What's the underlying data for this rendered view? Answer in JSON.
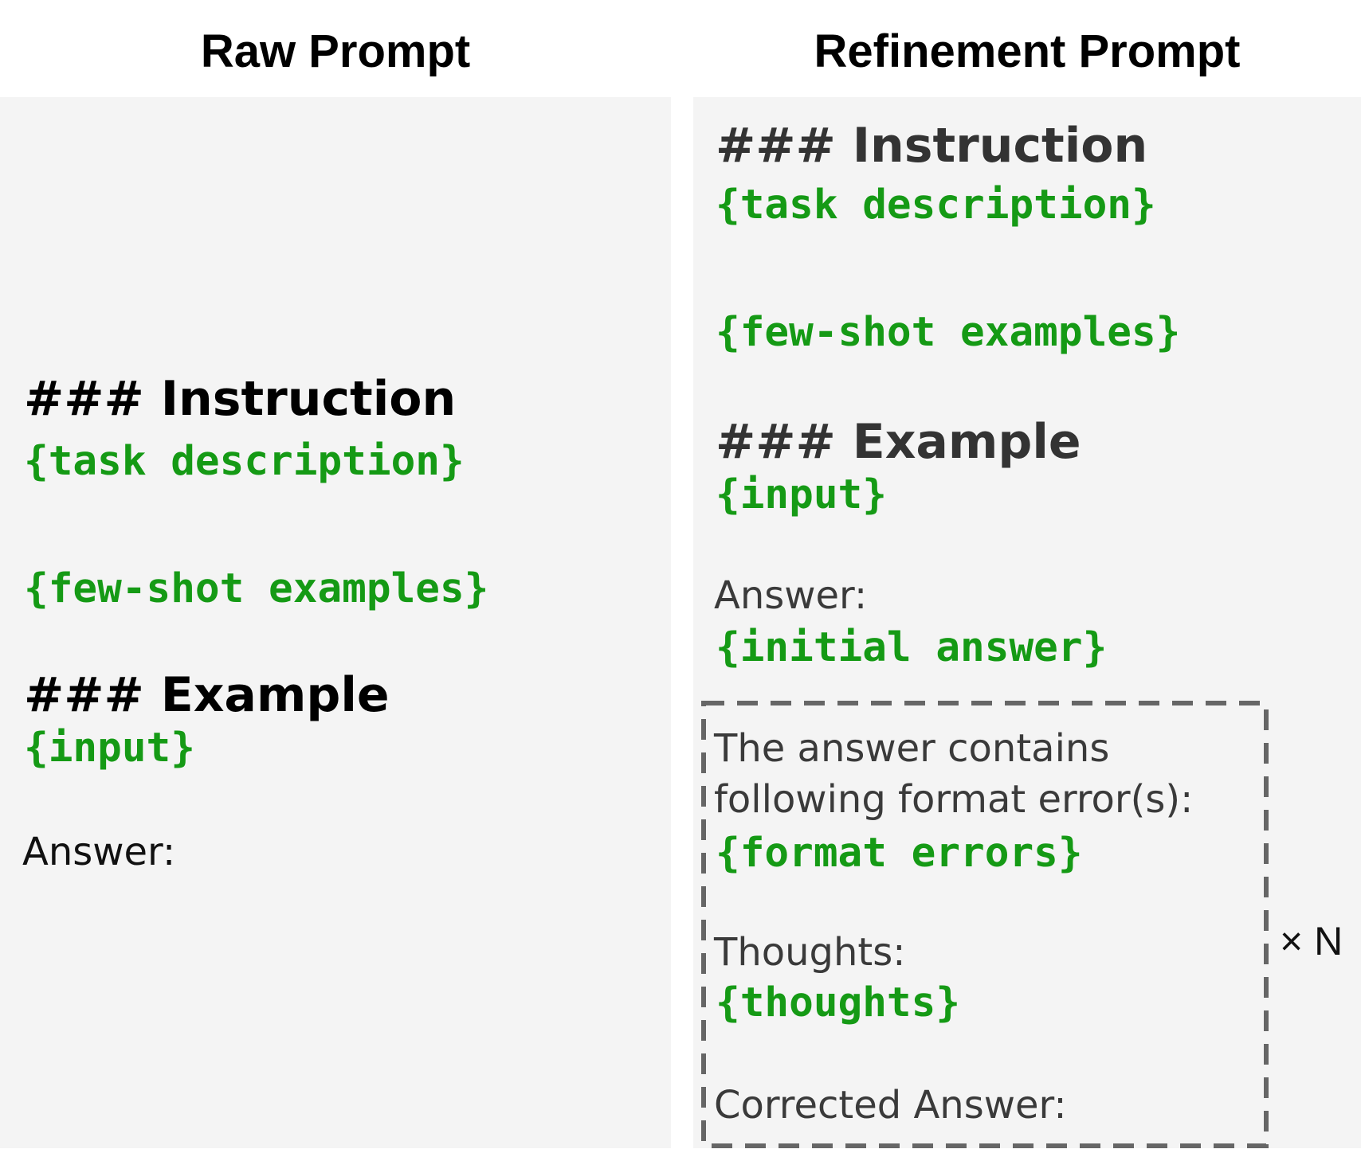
{
  "raw_prompt": {
    "title": "Raw Prompt",
    "instruction_heading": "### Instruction",
    "task_description": "{task description}",
    "few_shot_examples": "{few-shot examples}",
    "example_heading": "### Example",
    "input": "{input}",
    "answer_label": "Answer:"
  },
  "refinement_prompt": {
    "title": "Refinement Prompt",
    "instruction_heading": "### Instruction",
    "task_description": "{task description}",
    "few_shot_examples": "{few-shot examples}",
    "example_heading": "### Example",
    "input": "{input}",
    "answer_label": "Answer:",
    "initial_answer": "{initial answer}",
    "loop": {
      "error_intro_line1": "The answer contains",
      "error_intro_line2": "following format error(s):",
      "format_errors": "{format errors}",
      "thoughts_label": "Thoughts:",
      "thoughts": "{thoughts}",
      "corrected_answer_label": "Corrected Answer:",
      "repeat_label": "× N"
    }
  },
  "colors": {
    "placeholder_green": "#159a15",
    "panel_background": "#f4f4f4",
    "dashed_border": "#666666"
  }
}
